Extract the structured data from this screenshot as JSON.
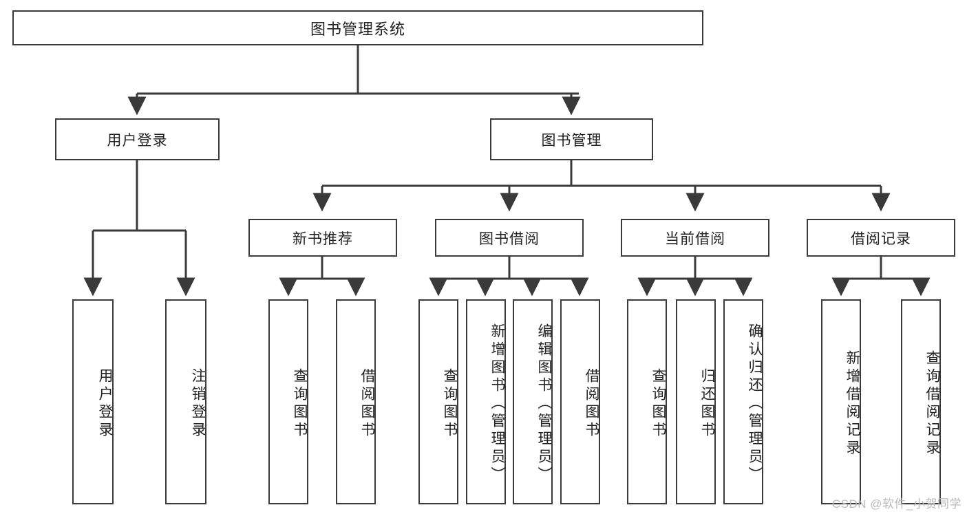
{
  "diagram": {
    "title": "图书管理系统",
    "watermark": "CSDN @软件_小贺同学",
    "colors": {
      "background": "#ffffff",
      "border": "#3a3a3a",
      "text": "#222222",
      "watermark": "#b9b9b9"
    },
    "nodes": {
      "root": "图书管理系统",
      "level2": [
        "用户登录",
        "图书管理"
      ],
      "level3": [
        "新书推荐",
        "图书借阅",
        "当前借阅",
        "借阅记录"
      ],
      "leaves": {
        "user_login": [
          "用户登录",
          "注销登录"
        ],
        "new_book_recommend": [
          "查询图书",
          "借阅图书"
        ],
        "book_borrow": [
          "查询图书",
          "新增图书（管理员）",
          "编辑图书（管理员）",
          "借阅图书"
        ],
        "current_borrow": [
          "查询图书",
          "归还图书",
          "确认归还（管理员）"
        ],
        "borrow_record": [
          "新增借阅记录",
          "查询借阅记录"
        ]
      }
    }
  }
}
